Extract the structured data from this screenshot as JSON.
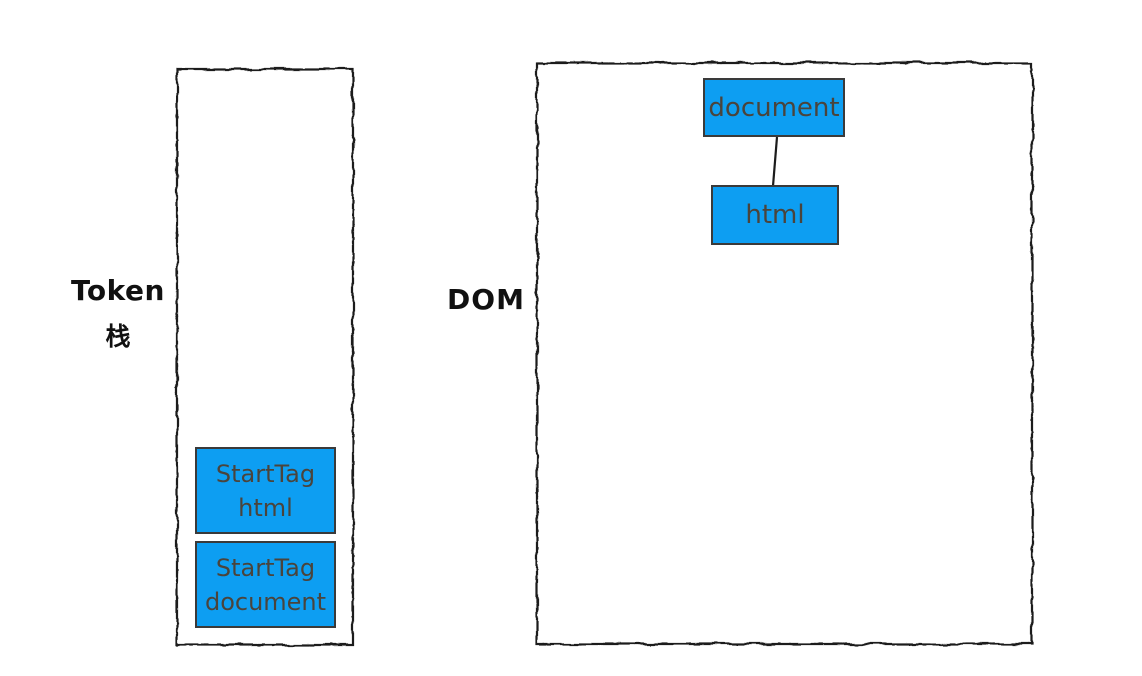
{
  "labels": {
    "token_stack_line1": "Token",
    "token_stack_line2": "栈",
    "dom": "DOM"
  },
  "token_stack": {
    "items": [
      {
        "line1": "StartTag",
        "line2": "html"
      },
      {
        "line1": "StartTag",
        "line2": "document"
      }
    ]
  },
  "dom_tree": {
    "nodes": [
      {
        "label": "document"
      },
      {
        "label": "html"
      }
    ],
    "edges": [
      {
        "from": "document",
        "to": "html"
      }
    ]
  },
  "colors": {
    "node_fill": "#0d9ef2",
    "node_border": "#3a3a3a",
    "node_text": "#4a443c",
    "outline_stroke": "#1c1c1c",
    "label_text": "#111111",
    "background": "#ffffff"
  }
}
